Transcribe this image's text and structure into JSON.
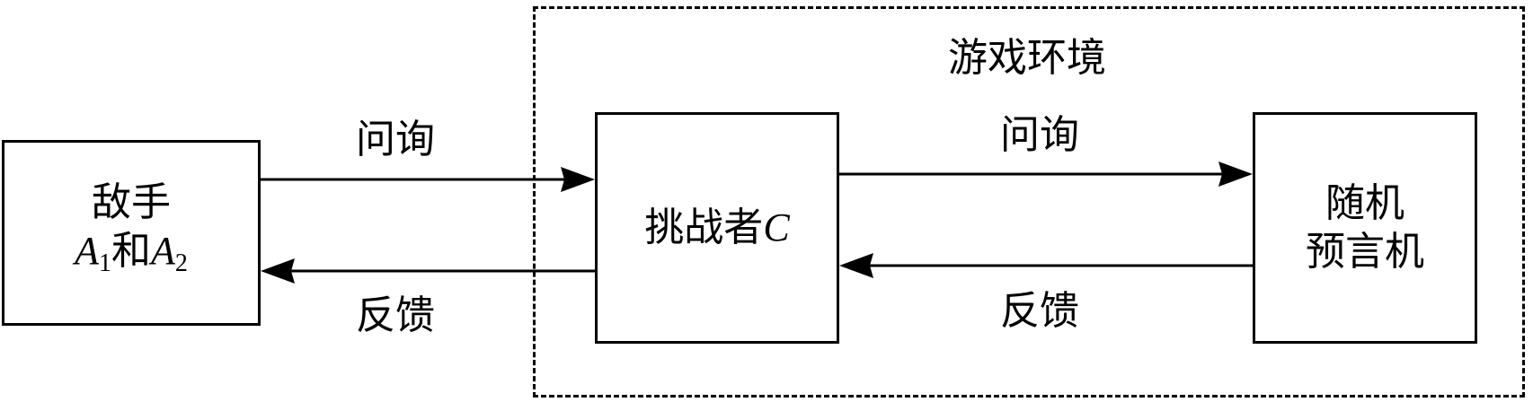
{
  "environment": {
    "title": "游戏环境"
  },
  "adversary": {
    "line1": "敌手",
    "a1": "A",
    "a1_sub": "1",
    "conj": "和",
    "a2": "A",
    "a2_sub": "2"
  },
  "challenger": {
    "name": "挑战者",
    "symbol": "C"
  },
  "oracle": {
    "line1": "随机",
    "line2": "预言机"
  },
  "edges": {
    "query_left": "问询",
    "feedback_left": "反馈",
    "query_right": "问询",
    "feedback_right": "反馈"
  }
}
